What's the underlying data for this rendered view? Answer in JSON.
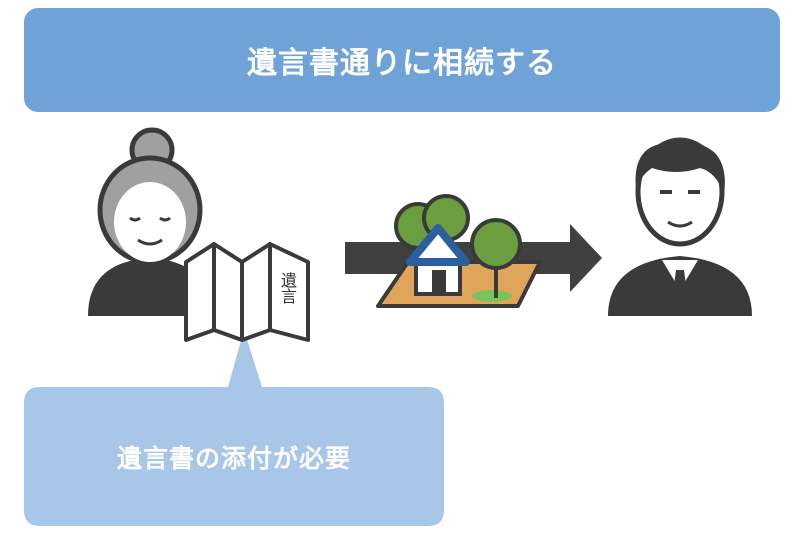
{
  "header": {
    "title": "遺言書通りに相続する"
  },
  "will_document": {
    "label": "遺言"
  },
  "callout": {
    "text": "遺言書の添付が必要"
  },
  "colors": {
    "banner": "#6fa3d8",
    "callout": "#a7c6e8",
    "figure": "#3a3a3a",
    "arrow": "#404040",
    "tree": "#6a9e3f",
    "roof": "#2b5f9e"
  },
  "icons": [
    "elderly-woman-icon",
    "folded-will-document-icon",
    "house-and-land-icon",
    "arrow-right-icon",
    "businessman-icon"
  ]
}
